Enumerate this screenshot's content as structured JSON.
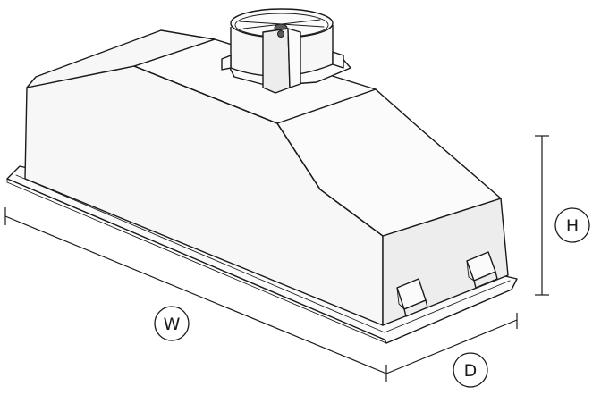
{
  "dimensions": {
    "width_label": "W",
    "depth_label": "D",
    "height_label": "H"
  },
  "colors": {
    "line": "#1a1a1a",
    "background": "#ffffff"
  }
}
